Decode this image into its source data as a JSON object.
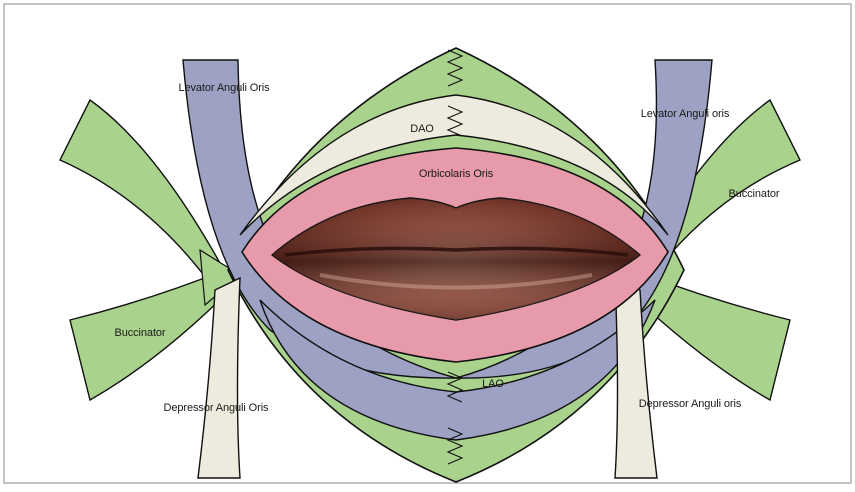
{
  "labels": {
    "levator_left": "Levator Anguli Oris",
    "levator_right": "Levator Anguli oris",
    "dao": "DAO",
    "orbicularis": "Orbicolaris Oris",
    "buccinator_left": "Buccinator",
    "buccinator_right": "Buccinator",
    "lao": "LAO",
    "depressor_left": "Depressor Anguli Oris",
    "depressor_right": "Depressor Anguli oris"
  },
  "colors": {
    "green": "#a9d28c",
    "blue_grey": "#9da1c4",
    "cream": "#ecebdd",
    "pink": "#e79aa9",
    "outline": "#111111"
  }
}
